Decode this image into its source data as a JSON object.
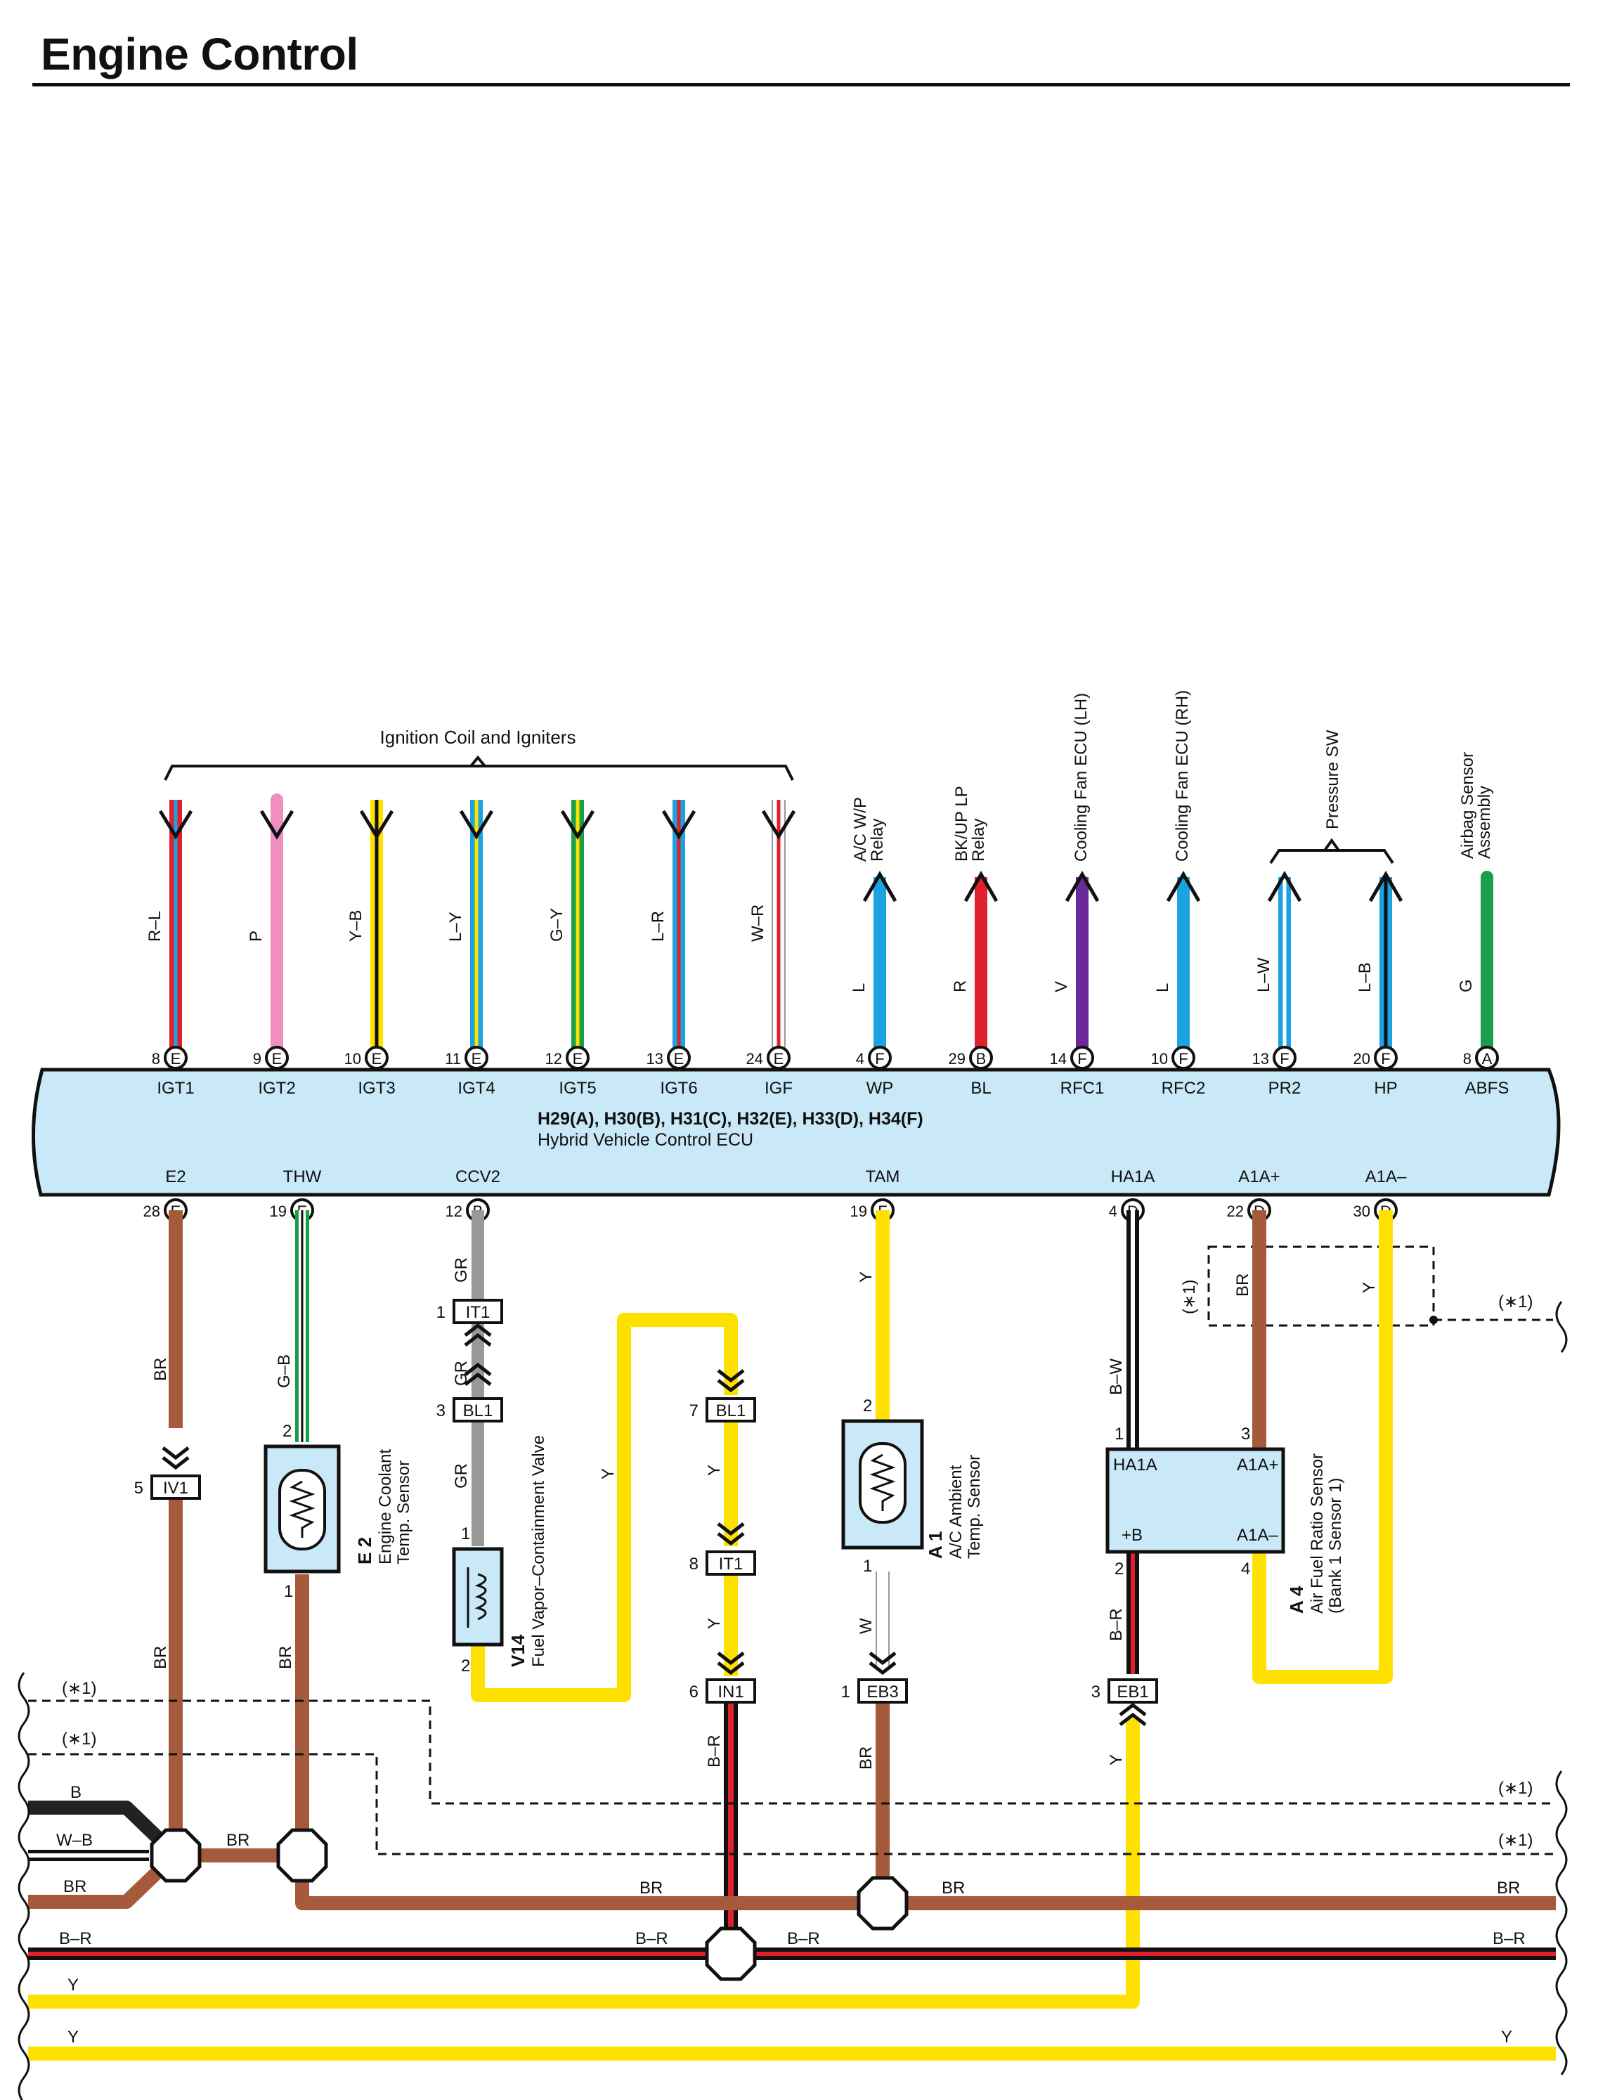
{
  "title": "Engine Control",
  "ecu": {
    "connectors": "H29(A), H30(B), H31(C), H32(E), H33(D), H34(F)",
    "name": "Hybrid Vehicle Control ECU",
    "color": "#c9e8f8"
  },
  "groups": {
    "ignition": "Ignition Coil and Igniters",
    "pressure": "Pressure SW"
  },
  "top_pins": [
    {
      "pin": "8",
      "conn": "E",
      "terminal": "IGT1",
      "wire": "R–L",
      "colors": [
        "#e0202a",
        "#1aa3e0"
      ],
      "dir": "in",
      "dest": ""
    },
    {
      "pin": "9",
      "conn": "E",
      "terminal": "IGT2",
      "wire": "P",
      "colors": [
        "#ee8fbf"
      ],
      "dir": "in",
      "dest": ""
    },
    {
      "pin": "10",
      "conn": "E",
      "terminal": "IGT3",
      "wire": "Y–B",
      "colors": [
        "#ffe100",
        "#111111"
      ],
      "dir": "in",
      "dest": ""
    },
    {
      "pin": "11",
      "conn": "E",
      "terminal": "IGT4",
      "wire": "L–Y",
      "colors": [
        "#1aa3e0",
        "#ffe100"
      ],
      "dir": "in",
      "dest": ""
    },
    {
      "pin": "12",
      "conn": "E",
      "terminal": "IGT5",
      "wire": "G–Y",
      "colors": [
        "#1a9e4a",
        "#ffe100"
      ],
      "dir": "in",
      "dest": ""
    },
    {
      "pin": "13",
      "conn": "E",
      "terminal": "IGT6",
      "wire": "L–R",
      "colors": [
        "#1aa3e0",
        "#e0202a"
      ],
      "dir": "in",
      "dest": ""
    },
    {
      "pin": "24",
      "conn": "E",
      "terminal": "IGF",
      "wire": "W–R",
      "colors": [
        "#ffffff",
        "#e0202a"
      ],
      "dir": "in",
      "dest": ""
    },
    {
      "pin": "4",
      "conn": "F",
      "terminal": "WP",
      "wire": "L",
      "colors": [
        "#1aa3e0"
      ],
      "dir": "out",
      "dest": "A/C W/P\nRelay"
    },
    {
      "pin": "29",
      "conn": "B",
      "terminal": "BL",
      "wire": "R",
      "colors": [
        "#e0202a"
      ],
      "dir": "out",
      "dest": "BK/UP LP\nRelay"
    },
    {
      "pin": "14",
      "conn": "F",
      "terminal": "RFC1",
      "wire": "V",
      "colors": [
        "#6a2a9a"
      ],
      "dir": "out",
      "dest": "Cooling Fan ECU (LH)"
    },
    {
      "pin": "10",
      "conn": "F",
      "terminal": "RFC2",
      "wire": "L",
      "colors": [
        "#1aa3e0"
      ],
      "dir": "out",
      "dest": "Cooling Fan ECU (RH)"
    },
    {
      "pin": "13",
      "conn": "F",
      "terminal": "PR2",
      "wire": "L–W",
      "colors": [
        "#1aa3e0",
        "#ffffff"
      ],
      "dir": "out",
      "dest": ""
    },
    {
      "pin": "20",
      "conn": "F",
      "terminal": "HP",
      "wire": "L–B",
      "colors": [
        "#1aa3e0",
        "#111111"
      ],
      "dir": "out",
      "dest": ""
    },
    {
      "pin": "8",
      "conn": "A",
      "terminal": "ABFS",
      "wire": "G",
      "colors": [
        "#1a9e4a"
      ],
      "dir": "none",
      "dest": "Airbag Sensor\nAssembly"
    }
  ],
  "bottom_pins": [
    {
      "pin": "28",
      "conn": "E",
      "terminal": "E2"
    },
    {
      "pin": "19",
      "conn": "E",
      "terminal": "THW"
    },
    {
      "pin": "12",
      "conn": "B",
      "terminal": "CCV2"
    },
    {
      "pin": "19",
      "conn": "F",
      "terminal": "TAM"
    },
    {
      "pin": "4",
      "conn": "D",
      "terminal": "HA1A"
    },
    {
      "pin": "22",
      "conn": "D",
      "terminal": "A1A+"
    },
    {
      "pin": "30",
      "conn": "D",
      "terminal": "A1A–"
    }
  ],
  "connectors": {
    "IV1": {
      "name": "IV1",
      "pin": "5"
    },
    "IT1a": {
      "name": "IT1",
      "pin": "1"
    },
    "BL1a": {
      "name": "BL1",
      "pin": "3"
    },
    "BL1b": {
      "name": "BL1",
      "pin": "7"
    },
    "IT1b": {
      "name": "IT1",
      "pin": "8"
    },
    "IN1": {
      "name": "IN1",
      "pin": "6"
    },
    "EB3": {
      "name": "EB3",
      "pin": "1"
    },
    "EB1": {
      "name": "EB1",
      "pin": "3"
    }
  },
  "components": {
    "e2": {
      "code": "E 2",
      "name": "Engine Coolant\nTemp. Sensor",
      "pin_top": "2",
      "pin_bottom": "1"
    },
    "v14": {
      "code": "V14",
      "name": "Fuel Vapor–Containment Valve",
      "pin_top": "1",
      "pin_bottom": "2"
    },
    "a1": {
      "code": "A 1",
      "name": "A/C Ambient\nTemp. Sensor",
      "pin_top": "2",
      "pin_bottom": "1"
    },
    "a4": {
      "code": "A 4",
      "name": "Air Fuel Ratio Sensor\n(Bank 1 Sensor 1)",
      "t_ha1a": "HA1A",
      "t_a1ap": "A1A+",
      "t_b": "+B",
      "t_a1am": "A1A–",
      "pin_1": "1",
      "pin_3": "3",
      "pin_2": "2",
      "pin_4": "4"
    }
  },
  "wire_labels": {
    "br": "BR",
    "gb": "G–B",
    "gr": "GR",
    "y": "Y",
    "w": "W",
    "bw": "B–W",
    "br_red": "B–R",
    "b": "B",
    "wb": "W–B",
    "note": "(∗1)"
  }
}
